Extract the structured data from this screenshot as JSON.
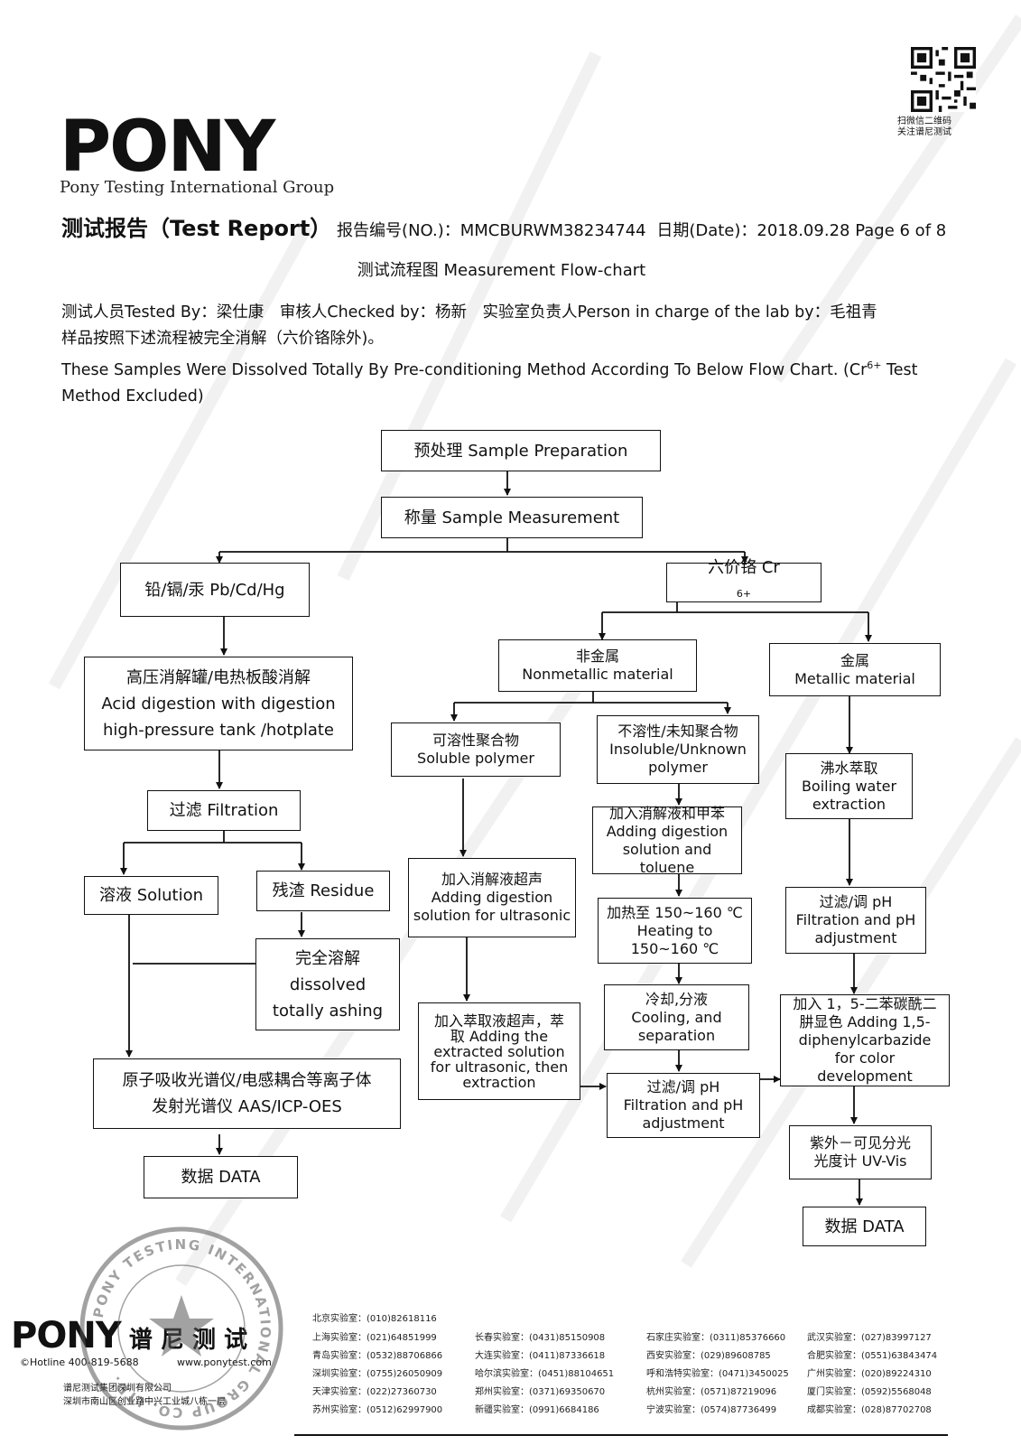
{
  "logo": {
    "text": "PONY",
    "group": "Pony Testing International Group"
  },
  "qr": {
    "caption_line1": "扫微信二维码",
    "caption_line2": "关注谱尼测试"
  },
  "header": {
    "title_cn": "测试报告",
    "title_en": "（Test Report）",
    "report_no_label": "报告编号(NO.)：",
    "report_no": "MMCBURWM38234744",
    "date_label": "日期(Date)：",
    "date": "2018.09.28",
    "page": "Page 6 of 8"
  },
  "subtitle": "测试流程图 Measurement Flow-chart",
  "staff": {
    "tested_label": "测试人员Tested By：",
    "tested": "梁仕康",
    "checked_label": "审核人Checked by：",
    "checked": "杨新",
    "lab_label": "实验室负责人Person in charge of the lab by：",
    "lab": "毛祖青"
  },
  "intro_cn": "样品按照下述流程被完全消解（六价铬除外)。",
  "intro_en_1": "These Samples Were Dissolved Totally By Pre-conditioning Method According To Below Flow Chart. (Cr",
  "intro_en_sup": "6+",
  "intro_en_2": " Test",
  "intro_en_3": "Method Excluded)",
  "flow": {
    "prep": "预处理 Sample Preparation",
    "measure": "称量 Sample Measurement",
    "pbcdhg": "铅/镉/汞 Pb/Cd/Hg",
    "cr6": "六价铬 Cr",
    "cr6_sup": "6+",
    "acid_1": "高压消解罐/电热板酸消解",
    "acid_2": "Acid digestion with digestion",
    "acid_3": "high-pressure tank /hotplate",
    "filtration": "过滤 Filtration",
    "solution": "溶液 Solution",
    "residue": "残渣 Residue",
    "dissolved_1": "完全溶解",
    "dissolved_2": "dissolved",
    "dissolved_3": "totally ashing",
    "aas_1": "原子吸收光谱仪/电感耦合等离子体",
    "aas_2": "发射光谱仪 AAS/ICP-OES",
    "data_left": "数据 DATA",
    "nonmetal_1": "非金属",
    "nonmetal_2": "Nonmetallic material",
    "metal_1": "金属",
    "metal_2": "Metallic material",
    "soluble_1": "可溶性聚合物",
    "soluble_2": "Soluble polymer",
    "insoluble_1": "不溶性/未知聚合物",
    "insoluble_2": "Insoluble/Unknown",
    "insoluble_3": "polymer",
    "boiling_1": "沸水萃取",
    "boiling_2": "Boiling water",
    "boiling_3": "extraction",
    "ultra_1": "加入消解液超声",
    "ultra_2": "Adding digestion",
    "ultra_3": "solution for ultrasonic",
    "toluene_1": "加入消解液和甲苯",
    "toluene_2": "Adding digestion",
    "toluene_3": "solution and toluene",
    "heat_1": "加热至 150~160 ℃",
    "heat_2": "Heating to",
    "heat_3": "150~160 ℃",
    "filtph_r_1": "过滤/调 pH",
    "filtph_r_2": "Filtration and pH",
    "filtph_r_3": "adjustment",
    "extract_1": "加入萃取液超声，萃",
    "extract_2": "取 Adding the",
    "extract_3": "extracted solution",
    "extract_4": "for ultrasonic, then",
    "extract_5": "extraction",
    "cool_1": "冷却,分液",
    "cool_2": "Cooling, and",
    "cool_3": "separation",
    "dpc_1": "加入 1，5-二苯碳酰二",
    "dpc_2": "肼显色 Adding 1,5-",
    "dpc_3": "diphenylcarbazide",
    "dpc_4": "for color",
    "dpc_5": "development",
    "filtph_m_1": "过滤/调 pH",
    "filtph_m_2": "Filtration and pH",
    "filtph_m_3": "adjustment",
    "uvvis_1": "紫外－可见分光",
    "uvvis_2": "光度计 UV-Vis",
    "data_right": "数据 DATA"
  },
  "footer": {
    "brand_en": "PONY",
    "brand_cn": "谱 尼 测 试",
    "hotline": "©Hotline 400-819-5688",
    "website": "www.ponytest.com",
    "company": "谱尼测试集团深圳有限公司",
    "address": "深圳市南山区创业路中兴工业城八栋一层",
    "labs": [
      [
        "北京实验室：(010)82618116"
      ],
      [
        "上海实验室：(021)64851999",
        "长春实验室：(0431)85150908",
        "石家庄实验室：(0311)85376660",
        "武汉实验室：(027)83997127"
      ],
      [
        "青岛实验室：(0532)88706866",
        "大连实验室：(0411)87336618",
        "西安实验室：(029)89608785",
        "合肥实验室：(0551)63843474"
      ],
      [
        "深圳实验室：(0755)26050909",
        "哈尔滨实验室：(0451)88104651",
        "呼和浩特实验室：(0471)3450025",
        "广州实验室：(020)89224310"
      ],
      [
        "天津实验室：(022)27360730",
        "郑州实验室：(0371)69350670",
        "杭州实验室：(0571)87219096",
        "厦门实验室：(0592)5568048"
      ],
      [
        "苏州实验室：(0512)62997900",
        "新疆实验室：(0991)6684186",
        "宁波实验室：(0574)87736499",
        "成都实验室：(028)87702708"
      ]
    ]
  },
  "stamp": {
    "text": "PONY TESTING INTERNATIONAL GROUP CO. LTD."
  },
  "colors": {
    "ink": "#111111",
    "watermark": "#c8c8c8"
  }
}
